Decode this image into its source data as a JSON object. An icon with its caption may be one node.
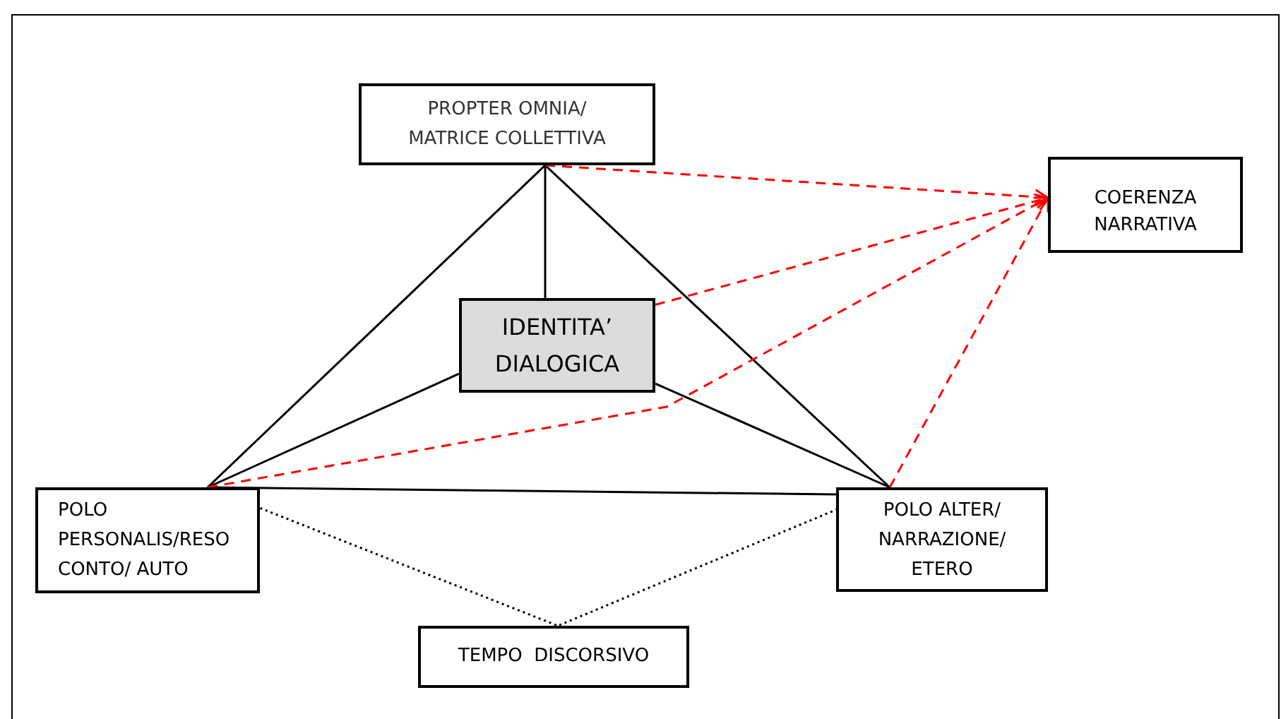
{
  "diagram": {
    "nodes": [
      {
        "text": [
          "PROPTER OMNIA/ MATRICE COLLETTIVA"
        ]
      },
      {
        "text": [
          "COERENZA NARRATIVA"
        ]
      },
      {
        "text": [
          "IDENTITA’ DIALOGICA"
        ]
      },
      {
        "text": [
          "POLO PERSONALIS/RESO CONTO/ AUTO"
        ]
      },
      {
        "text": [
          "POLO ALTER/ NARRAZIONE/ ETERO"
        ]
      },
      {
        "text": [
          "TEMPO  DISCORSIVO"
        ]
      }
    ],
    "edges": [
      {
        "from": 0,
        "to": 3,
        "arrow": "none"
      },
      {
        "from": 0,
        "to": 4,
        "arrow": "none"
      },
      {
        "from": 0,
        "to": 2,
        "arrow": "none"
      },
      {
        "from": 2,
        "to": 3,
        "arrow": "none"
      },
      {
        "from": 2,
        "to": 4,
        "arrow": "none"
      },
      {
        "from": 3,
        "to": 4,
        "arrow": "none"
      },
      {
        "from": 3,
        "to": 5,
        "arrow": "none",
        "style": "dashed"
      },
      {
        "from": 4,
        "to": 5,
        "arrow": "none",
        "style": "dashed"
      },
      {
        "from": 0,
        "to": 1,
        "arrow": "to",
        "style": "dashed",
        "color": "#ff0000"
      },
      {
        "from": 2,
        "to": 1,
        "arrow": "to",
        "style": "dashed",
        "color": "#ff0000"
      },
      {
        "from": 3,
        "to": 1,
        "arrow": "to",
        "style": "dashed",
        "color": "#ff0000"
      },
      {
        "from": 4,
        "to": 1,
        "arrow": "to",
        "style": "dashed",
        "color": "#ff0000"
      }
    ]
  }
}
